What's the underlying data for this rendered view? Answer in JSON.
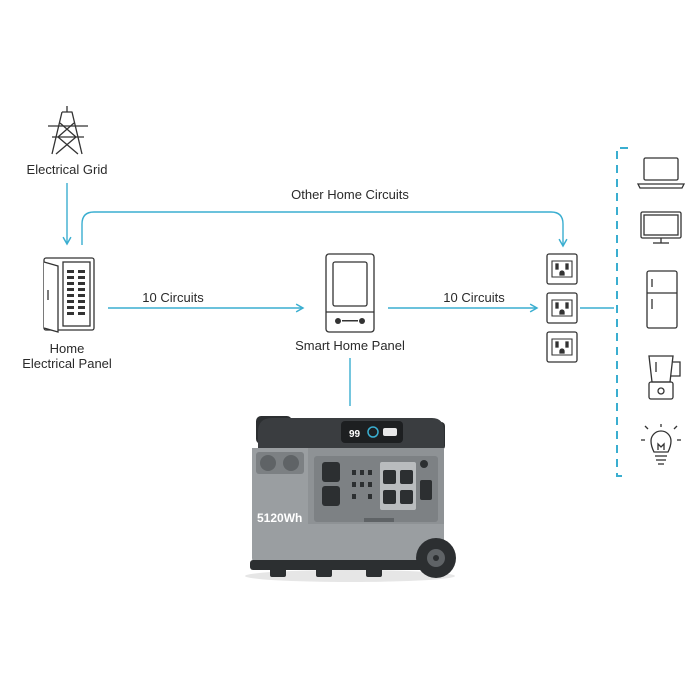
{
  "nodes": {
    "grid": "Electrical Grid",
    "home_panel_line1": "Home",
    "home_panel_line2": "Electrical Panel",
    "smart_panel": "Smart Home Panel"
  },
  "edges": {
    "other_circuits": "Other Home Circuits",
    "left_circuits": "10 Circuits",
    "right_circuits": "10 Circuits"
  },
  "device": {
    "capacity_label": "5120Wh",
    "display_value": "99"
  },
  "appliances": [
    "laptop-icon",
    "monitor-icon",
    "refrigerator-icon",
    "blender-icon",
    "light-bulb-icon"
  ],
  "colors": {
    "accent": "#3aaed0",
    "dashed": "#3aaed0",
    "stroke": "#333333",
    "device_body": "#8e9295",
    "device_dark": "#2c2f31"
  }
}
